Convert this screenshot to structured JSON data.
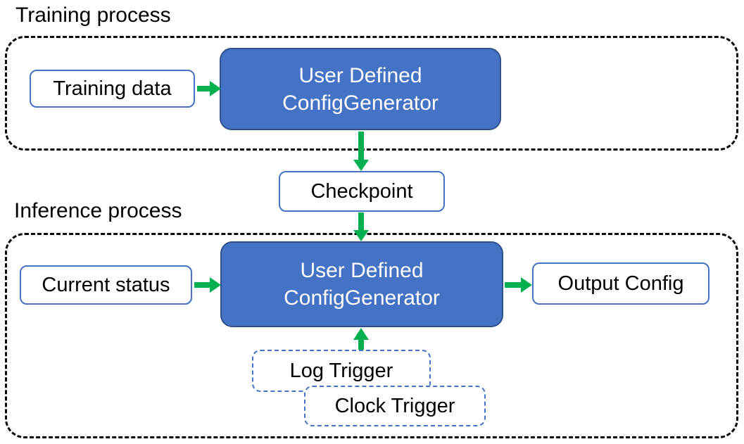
{
  "diagram": {
    "training": {
      "title": "Training process",
      "input_label": "Training data",
      "generator_line1": "User Defined",
      "generator_line2": "ConfigGenerator"
    },
    "checkpoint_label": "Checkpoint",
    "inference": {
      "title": "Inference process",
      "input_label": "Current status",
      "generator_line1": "User Defined",
      "generator_line2": "ConfigGenerator",
      "output_label": "Output Config",
      "log_trigger_label": "Log Trigger",
      "clock_trigger_label": "Clock Trigger"
    },
    "colors": {
      "generator_fill": "#4472C4",
      "generator_border": "#2F528F",
      "io_box_border": "#4472C4",
      "trigger_border": "#4472C4",
      "arrow_green": "#00B050",
      "container_dash": "#0A0A0A",
      "text_dark": "#000000",
      "text_light": "#FFFFFF"
    }
  }
}
